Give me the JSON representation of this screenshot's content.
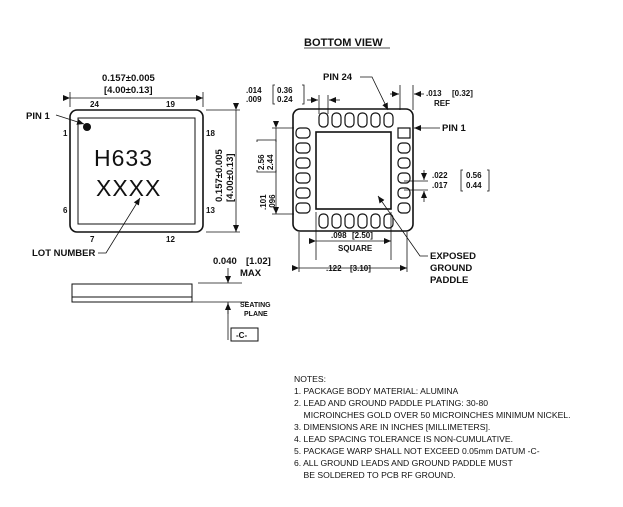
{
  "title": "BOTTOM VIEW",
  "top_view": {
    "width_dim_in": "0.157±0.005",
    "width_dim_mm": "[4.00±0.13]",
    "height_dim_in": "0.157±0.005",
    "height_dim_mm": "[4.00±0.13]",
    "pin1_label": "PIN 1",
    "pin_numbers": {
      "p1": "1",
      "p6": "6",
      "p7": "7",
      "p12": "12",
      "p13": "13",
      "p18": "18",
      "p19": "19",
      "p24": "24"
    },
    "marking_line1": "H633",
    "marking_line2": "XXXX",
    "lot_number_label": "LOT NUMBER"
  },
  "bottom_view": {
    "pin24_label": "PIN 24",
    "pin1_label": "PIN 1",
    "lead_width_in_max": ".014",
    "lead_width_in_min": ".009",
    "lead_width_mm_max": "0.36",
    "lead_width_mm_min": "0.24",
    "ref_in": ".013",
    "ref_mm": "[0.32]",
    "ref_label": "REF",
    "pitch_in_max": ".101",
    "pitch_in_min": ".096",
    "pitch_mm_max": "2.56",
    "pitch_mm_min": "2.44",
    "lead_len_in_max": ".022",
    "lead_len_in_min": ".017",
    "lead_len_mm_max": "0.56",
    "lead_len_mm_min": "0.44",
    "paddle_in": ".098",
    "paddle_mm": "[2.50]",
    "square_label": "SQUARE",
    "span_in": ".122",
    "span_mm": "[3.10]",
    "exposed_line1": "EXPOSED",
    "exposed_line2": "GROUND",
    "exposed_line3": "PADDLE"
  },
  "side_view": {
    "height_in": "0.040",
    "height_mm": "[1.02]",
    "max_label": "MAX",
    "seating_line1": "SEATING",
    "seating_line2": "PLANE",
    "datum": "-C-"
  },
  "notes": {
    "header": "NOTES:",
    "lines": [
      "1. PACKAGE BODY MATERIAL: ALUMINA",
      "2. LEAD AND GROUND PADDLE PLATING: 30-80",
      "    MICROINCHES GOLD OVER 50 MICROINCHES MINIMUM NICKEL.",
      "3. DIMENSIONS ARE IN INCHES [MILLIMETERS].",
      "4. LEAD SPACING TOLERANCE IS NON-CUMULATIVE.",
      "5. PACKAGE WARP SHALL NOT EXCEED 0.05mm DATUM -C-",
      "6. ALL GROUND LEADS AND GROUND PADDLE MUST",
      "    BE SOLDERED TO PCB RF GROUND."
    ]
  }
}
